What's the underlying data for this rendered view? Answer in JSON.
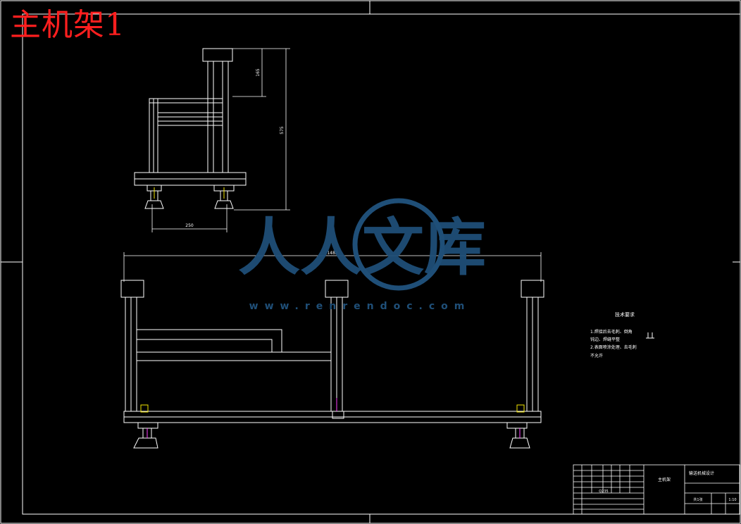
{
  "drawing": {
    "title": "主机架1",
    "colors": {
      "background": "#000000",
      "line": "#ffffff",
      "title": "#ff1f1f",
      "watermark": "#1f4f78",
      "accent_yellow": "#f2e300",
      "accent_magenta": "#ff40ff"
    }
  },
  "dimensions": {
    "top_height_small": "165",
    "total_height": "575",
    "foot_spacing": "250",
    "overall_width": "1482"
  },
  "watermark": {
    "brand": "人人文库",
    "url": "www.renrendoc.com"
  },
  "notes": {
    "heading": "技术要求",
    "lines": [
      "1.焊接后去毛刺、倒角",
      "  钝边、焊缝平整",
      "2.表面喷涂处理、去毛刺",
      "  不允许"
    ]
  },
  "title_block": {
    "drawing_name": "主机架",
    "project": "输送机械设计",
    "material": "Q235",
    "scale": "1:10",
    "sheet": "共1张"
  }
}
